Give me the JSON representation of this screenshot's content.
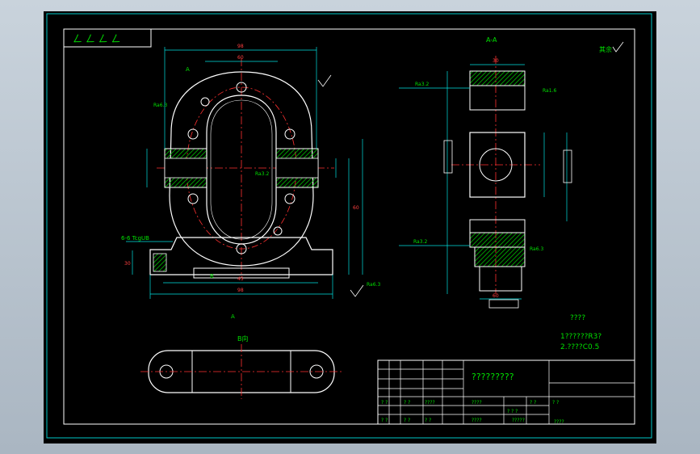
{
  "colors": {
    "app_background": "#b8c4d0",
    "canvas": "#000000",
    "frame": "#00c8c8",
    "outline": "#ffffff",
    "dimension": "#00e0e0",
    "centerline": "#ff3030",
    "hatch": "#00c000",
    "text": "#00e000"
  },
  "drawing": {
    "corner_marks": "ㄥ ㄥ ㄥ ㄥ",
    "section_title": "A-A",
    "view_b_title": "B向",
    "roughness_rest": "其余",
    "section_label_a": "A",
    "view_label_b": "B",
    "hole_callout": "6-6 TcgUB",
    "notes_title": "????",
    "note_1": "1??????R3?",
    "note_2": "2.????C0.5",
    "dim_small_a": "Ra3.2",
    "dim_small_b": "Ra6.3",
    "dim_small_c": "Ra1.6",
    "dim_gen": "30",
    "dim_gen2": "60",
    "dim_gen3": "98",
    "dim_gen4": "45"
  },
  "title_block": {
    "drawing_name": "?????????",
    "row_labels": [
      "? ?",
      "? ?",
      "????",
      "? ?",
      "? ?",
      "? ?"
    ],
    "cells": [
      "????",
      "? ?",
      "? ?",
      "? ? ?",
      "????",
      "?????",
      "????"
    ]
  }
}
